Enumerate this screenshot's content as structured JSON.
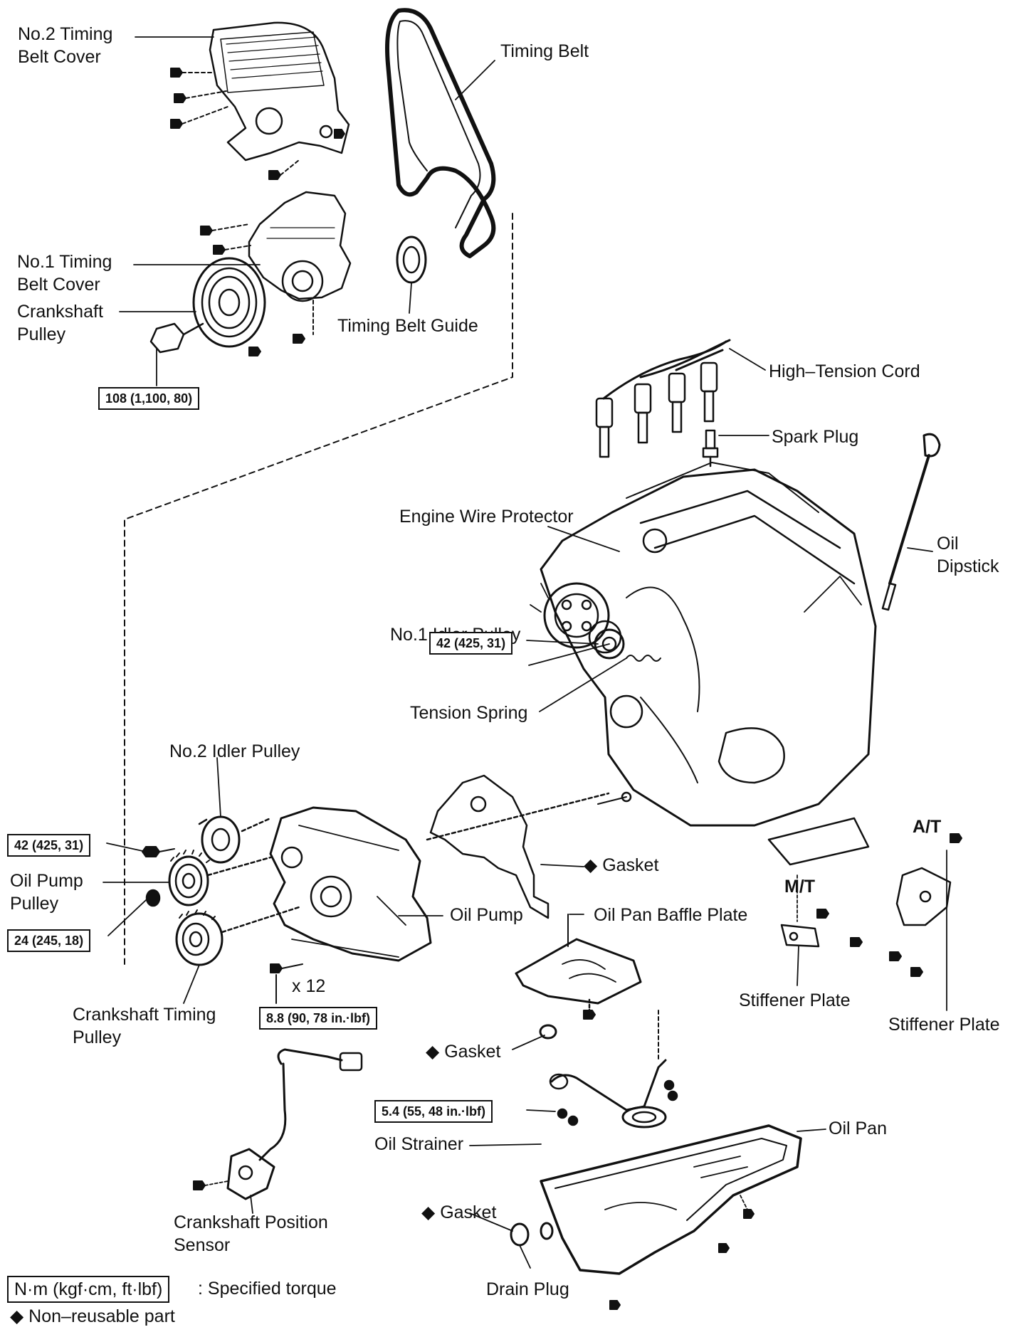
{
  "labels": {
    "no2_timing_belt_cover": "No.2 Timing Belt Cover",
    "timing_belt": "Timing Belt",
    "no1_timing_belt_cover": "No.1 Timing Belt Cover",
    "crankshaft_pulley": "Crankshaft Pulley",
    "timing_belt_guide": "Timing Belt Guide",
    "high_tension_cord": "High–Tension Cord",
    "spark_plug": "Spark Plug",
    "engine_wire_protector": "Engine Wire Protector",
    "oil_dipstick": "Oil Dipstick",
    "no1_idler_pulley": "No.1 Idler Pulley",
    "tension_spring": "Tension Spring",
    "no2_idler_pulley": "No.2 Idler Pulley",
    "oil_pump_pulley": "Oil Pump Pulley",
    "gasket_oil_pump": "Gasket",
    "oil_pump": "Oil Pump",
    "oil_pan_baffle_plate": "Oil Pan Baffle Plate",
    "at": "A/T",
    "mt": "M/T",
    "stiffener_plate_mt": "Stiffener Plate",
    "stiffener_plate_at": "Stiffener Plate",
    "crankshaft_timing_pulley": "Crankshaft Timing Pulley",
    "bolt_count": "x 12",
    "gasket_strainer": "Gasket",
    "oil_pan": "Oil Pan",
    "oil_strainer": "Oil Strainer",
    "gasket_drain": "Gasket",
    "crankshaft_position_sensor": "Crankshaft Position Sensor",
    "drain_plug": "Drain Plug"
  },
  "torque": {
    "crankshaft_pulley_bolt": "108 (1,100, 80)",
    "no1_idler_pulley_bolt": "42 (425, 31)",
    "no2_idler_pulley_bolt": "42 (425, 31)",
    "oil_pump_pulley_nut": "24 (245, 18)",
    "oil_pump_bolts": "8.8 (90, 78 in.·lbf)",
    "oil_strainer_nuts": "5.4 (55, 48 in.·lbf)"
  },
  "legend": {
    "torque_box": "N·m (kgf·cm, ft·lbf)",
    "torque_text": ": Specified torque",
    "nonreusable": "◆ Non–reusable part"
  },
  "symbols": {
    "nonreusable_marker": "◆"
  }
}
